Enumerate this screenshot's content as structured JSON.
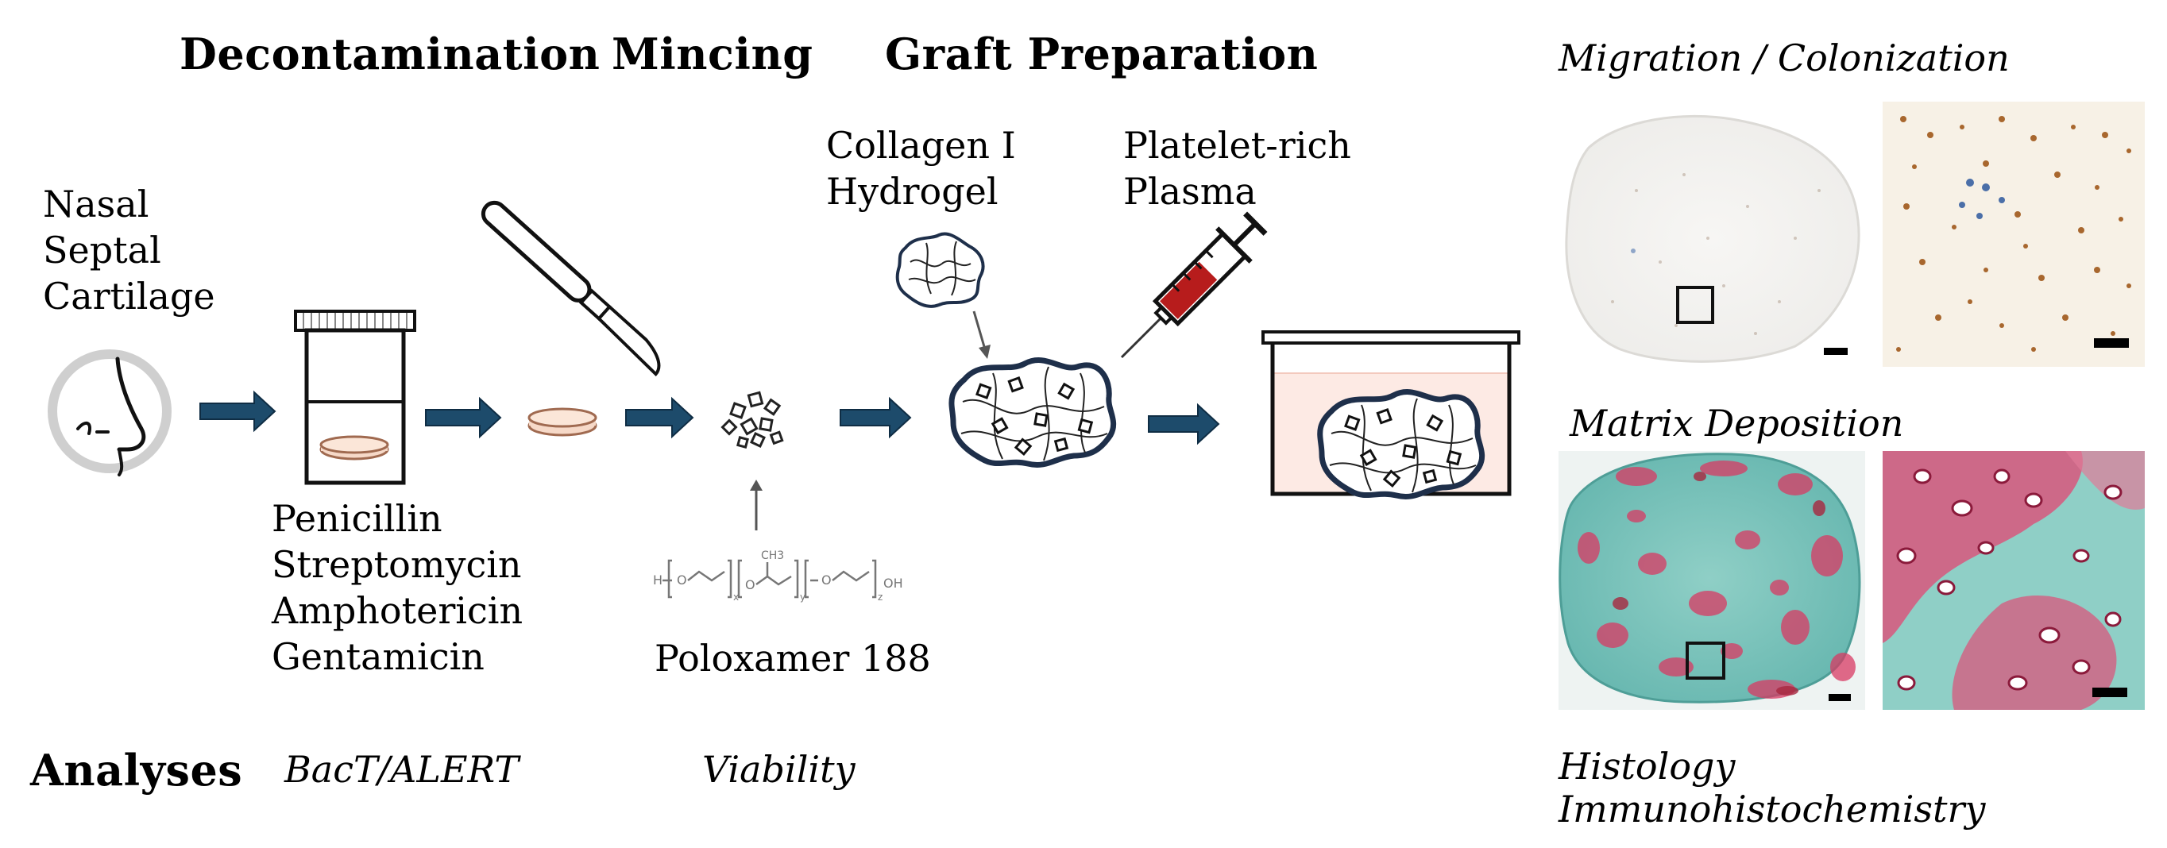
{
  "stages": {
    "decontamination": "Decontamination",
    "mincing": "Mincing",
    "graft_preparation": "Graft Preparation"
  },
  "source_label": [
    "Nasal",
    "Septal",
    "Cartilage"
  ],
  "antibiotics": [
    "Penicillin",
    "Streptomycin",
    "Amphotericin",
    "Gentamicin"
  ],
  "hydrogel_label": [
    "Collagen I",
    "Hydrogel"
  ],
  "prp_label": [
    "Platelet-rich",
    "Plasma"
  ],
  "poloxamer_label": "Poloxamer 188",
  "analyses": {
    "title": "Analyses",
    "bact": "BacT/ALERT",
    "viability": "Viability",
    "histology": "Histology",
    "ihc": "Immunohistochemistry"
  },
  "results": {
    "migration_title": "Migration / Colonization",
    "matrix_title": "Matrix Deposition"
  },
  "colors": {
    "arrow": "#1d4b6b",
    "graft_outline": "#1e2f4a",
    "tissue_pink": "#f6d9c8",
    "dish_fill": "#fdeae4",
    "blood_red": "#b71c1c",
    "safranin_red": "#d83a63",
    "fast_green": "#6fc0b9"
  },
  "icons": [
    "nose-icon",
    "specimen-jar-icon",
    "scalpel-icon",
    "syringe-icon",
    "petri-dish-icon",
    "hydrogel-icon",
    "tissue-fragments-icon",
    "cartilage-disc-icon"
  ]
}
